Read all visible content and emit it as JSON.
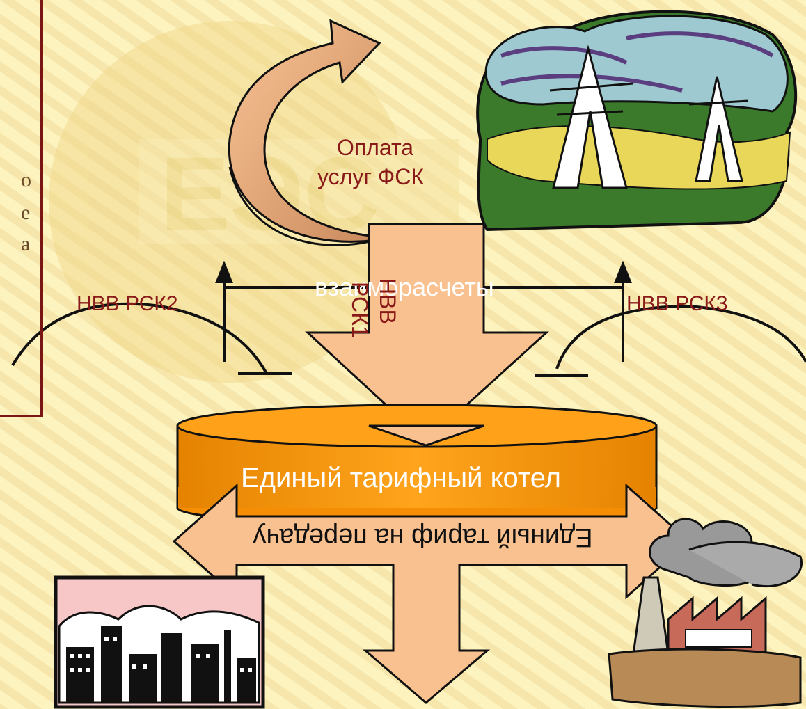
{
  "labels": {
    "fsk_payment_line1": "Оплата",
    "fsk_payment_line2": "услуг ФСК",
    "nvv_rsk2": "НВВ РСК2",
    "nvv_rsk3": "НВВ РСК3",
    "settlements": "взаиморасчеты",
    "nvv_rsk1_line1": "НВВ",
    "nvv_rsk1_line2": "РСК1",
    "unified_boiler": "Единый тарифный котел",
    "unified_tariff": "Единый тариф на передачу"
  },
  "sidebar": {
    "char1": "о",
    "char2": "е",
    "char3": "а"
  },
  "icons": [
    "power-lines-illustration",
    "city-skyline-illustration",
    "factory-illustration",
    "ees-watermark-logo"
  ],
  "colors": {
    "background": "#fdf3bf",
    "arrow_fill": "#f9c18f",
    "cylinder": "#f7960a",
    "text_dark_red": "#8a1a1a",
    "frame": "#7a1515"
  }
}
